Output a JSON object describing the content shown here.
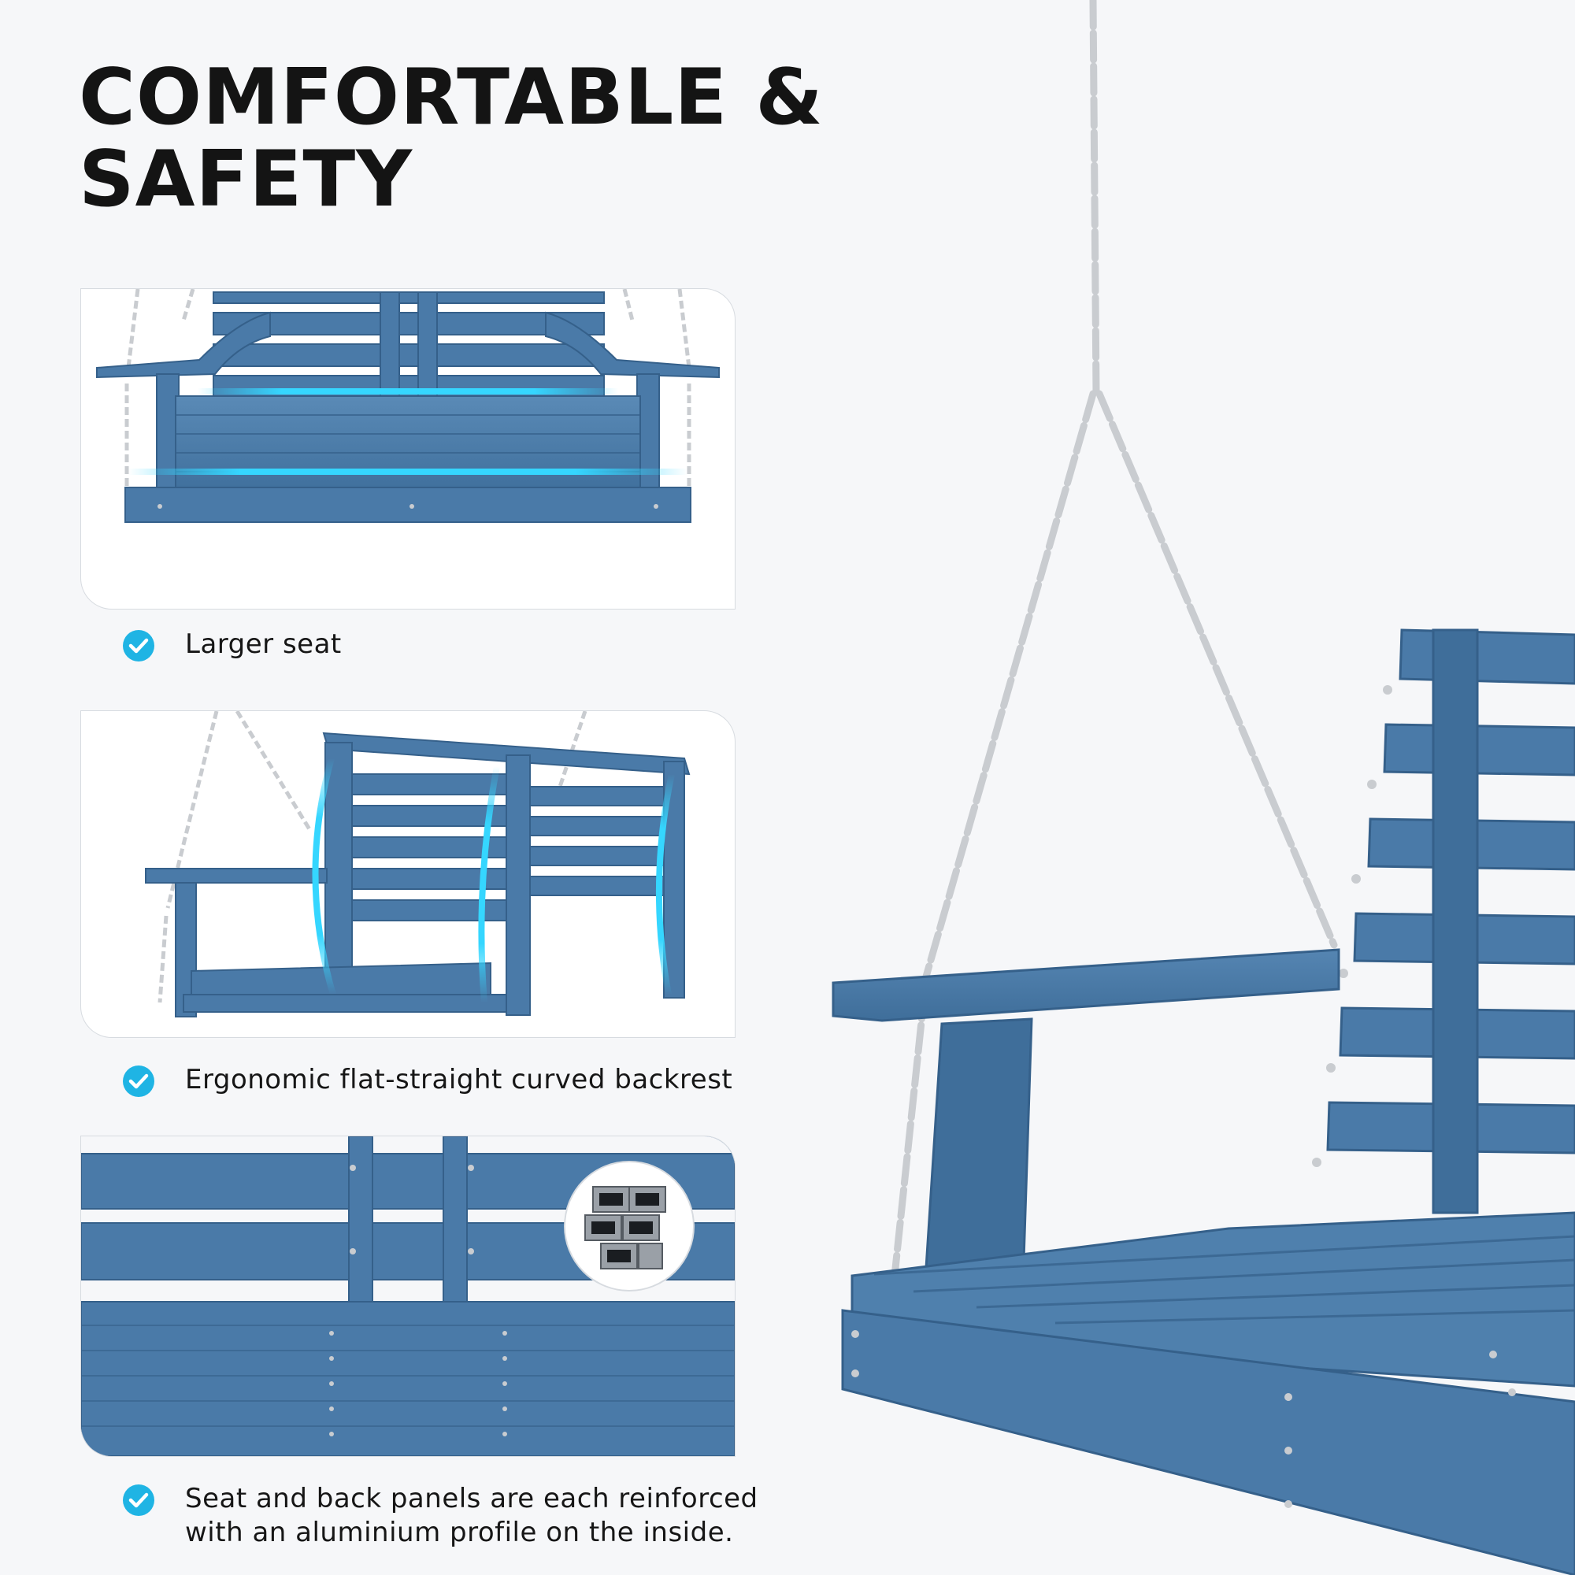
{
  "headline": {
    "line1": "COMFORTABLE &",
    "line2": "SAFETY"
  },
  "features": [
    {
      "icon": "check-circle-icon",
      "lines": [
        "Larger seat"
      ]
    },
    {
      "icon": "check-circle-icon",
      "lines": [
        "Ergonomic flat-straight curved backrest"
      ]
    },
    {
      "icon": "check-circle-icon",
      "lines": [
        "Seat and back panels are each reinforced",
        "with an aluminium profile on the inside."
      ]
    }
  ],
  "colors": {
    "background": "#f6f7f9",
    "swing_blue": "#4a7aa8",
    "swing_blue_dark": "#35608a",
    "highlight_cyan": "#35d6ff",
    "check_accent": "#1fb4e4",
    "chain_silver": "#c9ccd0"
  }
}
